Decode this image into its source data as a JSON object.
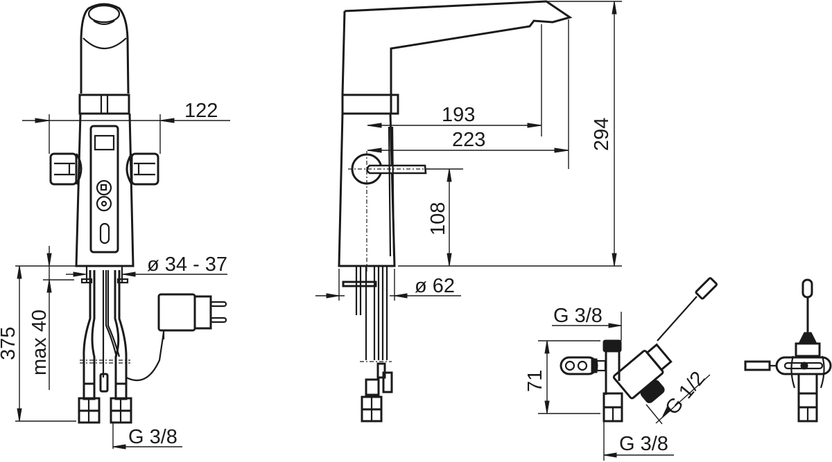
{
  "drawing": {
    "type": "technical-dimension-drawing",
    "subject": "electronic basin faucet with mixing valve",
    "line_color": "#1a1a1a",
    "background": "#ffffff",
    "views": {
      "front": {
        "dimensions": {
          "handle_span": "122",
          "hole_diameter": "ø 34 - 37",
          "overall_length": "375",
          "deck_thickness": "max 40",
          "connection_thread": "G 3/8"
        }
      },
      "side": {
        "dimensions": {
          "reach_inner": "193",
          "reach_outer": "223",
          "overall_height": "294",
          "lever_height": "108",
          "base_diameter": "ø 62"
        }
      },
      "valve_unit": {
        "dimensions": {
          "inlet_thread_top": "G 3/8",
          "height": "71",
          "supply_thread": "G 1/2",
          "outlet_thread_bottom": "G 3/8"
        }
      },
      "valve_unit_rear": {}
    }
  }
}
